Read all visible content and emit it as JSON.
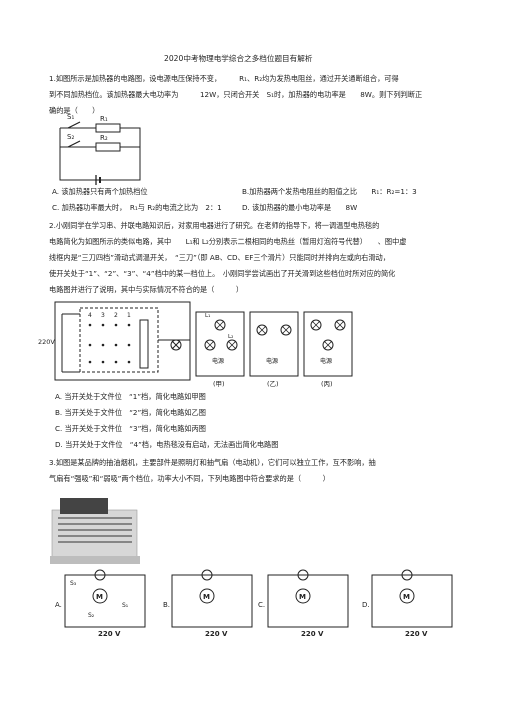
{
  "title": "2020中考物理电学综合之多档位题目有解析",
  "q1": {
    "line1": "1.如图所示是加热器的电路图，设电源电压保持不变，　　　R₁、R₂均为发热电阻丝，通过开关通断组合，可得",
    "line2": "到不同加热档位。该加热器最大电功率为　　　12W，只闭合开关　S₁时，加热器的电功率是　　8W。则下列判断正",
    "line3": "确的是（　　）",
    "labels": {
      "s1": "S₁",
      "s2": "S₂",
      "r1": "R₁",
      "r2": "R₂"
    },
    "optA": "A. 该加热器只有两个加热档位",
    "optB": "B.加热器两个发热电阻丝的阻值之比　　R₁：R₂=1：3",
    "optC": "C. 加热器功率最大时，　R₁与 R₂的电流之比为　2：1",
    "optD": "D. 该加热器的最小电功率是　　8W"
  },
  "q2": {
    "line1": "2.小刚同学在学习串、并联电路知识后，对家用电器进行了研究。在老师的指导下，将一调温型电热毯的",
    "line2": "电路简化为如图所示的类似电路，其中　　L₁和 L₂分别表示二根相同的电热丝（暂用灯泡符号代替）　　、图中虚",
    "line3": "线框内是“三刀四档”滑动式调温开关，　“三刀”（即 AB、CD、EF三个滑片）只能同时并排向左或向右滑动，",
    "line4": "使开关处于“1”、“2”、“3”、“4”档中的某一档位上。　小刚同学尝试画出了开关滑到这些档位时所对应的简化",
    "line5": "电路图并进行了说明，其中与实际情况不符合的是（　　　）",
    "voltage": "220V",
    "slot_numbers": [
      "4",
      "3",
      "2",
      "1"
    ],
    "panel_labels": [
      "(甲)",
      "(乙)",
      "(丙)"
    ],
    "lamp_labels": [
      "L₁",
      "L₂"
    ],
    "supply_label": "电源",
    "optA": "A. 当开关处于文件位　“1”档，简化电路如甲图",
    "optB": "B. 当开关处于文件位　“2”档，简化电路如乙图",
    "optC": "C. 当开关处于文件位　“3”档，简化电路如丙图",
    "optD": "D. 当开关处于文件位　“4”档，电热毯没有启动，无法画出简化电路图"
  },
  "q3": {
    "line1": "3.如图是某品牌的抽油烟机，主要部件是照明灯和抽气扇（电动机），它们可以独立工作，互不影响，抽",
    "line2": "气扇有“强吸”和“弱吸”两个档位，功率大小不同，下列电路图中符合要求的是（　　　）",
    "options": [
      "A.",
      "B.",
      "C.",
      "D."
    ],
    "motor_label": "M",
    "voltage": "220 V",
    "switch_labels": [
      "S₁",
      "S₂",
      "S₃"
    ]
  }
}
